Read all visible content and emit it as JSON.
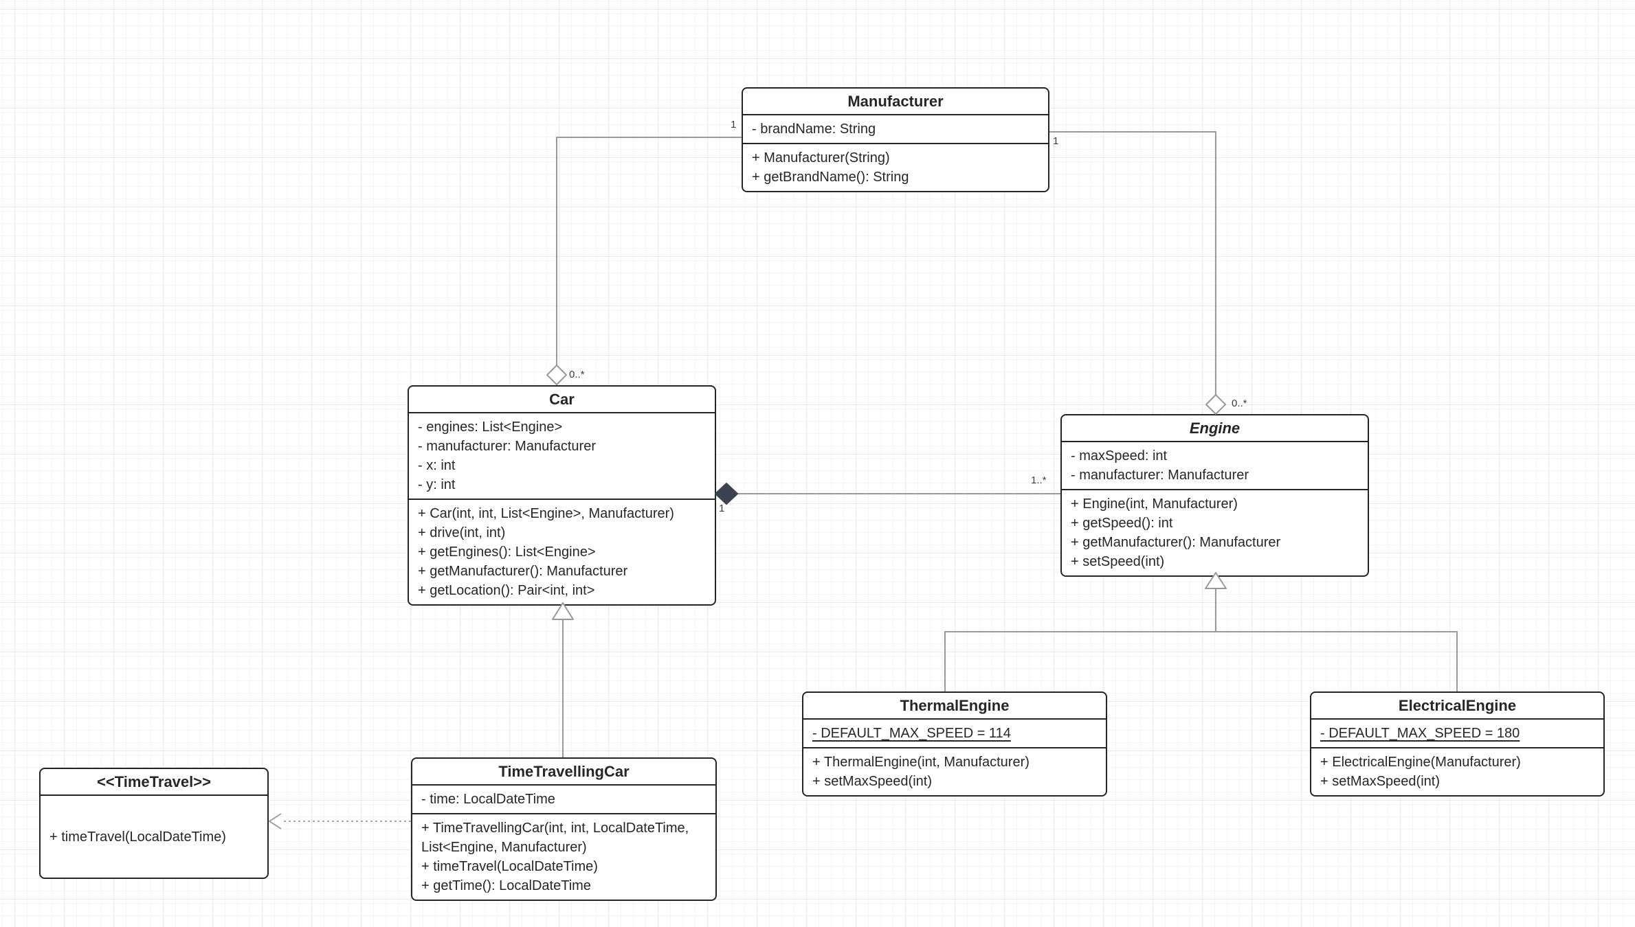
{
  "diagram": {
    "kind": "uml-class-diagram",
    "colors": {
      "box_border": "#242424",
      "box_fill": "#ffffff",
      "connector_line": "#97999d",
      "composition_diamond_fill": "#3c4350",
      "text": "#262626",
      "grid_minor": "#f4f4f4",
      "grid_major": "#e9e9e9"
    }
  },
  "classes": [
    {
      "id": "manufacturer",
      "title": "Manufacturer",
      "abstract": false,
      "static_attributes": false,
      "attributes": [
        "- brandName: String"
      ],
      "methods": [
        "+ Manufacturer(String)",
        "+ getBrandName(): String"
      ]
    },
    {
      "id": "car",
      "title": "Car",
      "abstract": false,
      "static_attributes": false,
      "attributes": [
        "- engines: List<Engine>",
        "- manufacturer: Manufacturer",
        "- x: int",
        "- y: int"
      ],
      "methods": [
        "+ Car(int, int, List<Engine>, Manufacturer)",
        "+ drive(int, int)",
        "+ getEngines(): List<Engine>",
        "+ getManufacturer(): Manufacturer",
        "+ getLocation(): Pair<int, int>"
      ]
    },
    {
      "id": "engine",
      "title": "Engine",
      "abstract": true,
      "static_attributes": false,
      "attributes": [
        "- maxSpeed: int",
        "- manufacturer: Manufacturer"
      ],
      "methods": [
        "+ Engine(int, Manufacturer)",
        "+ getSpeed(): int",
        "+ getManufacturer(): Manufacturer",
        "+ setSpeed(int)"
      ]
    },
    {
      "id": "thermal-engine",
      "title": "ThermalEngine",
      "abstract": false,
      "static_attributes": true,
      "attributes": [
        "- DEFAULT_MAX_SPEED = 114"
      ],
      "methods": [
        "+ ThermalEngine(int, Manufacturer)",
        "+ setMaxSpeed(int)"
      ]
    },
    {
      "id": "electrical-engine",
      "title": "ElectricalEngine",
      "abstract": false,
      "static_attributes": true,
      "attributes": [
        "- DEFAULT_MAX_SPEED = 180"
      ],
      "methods": [
        "+ ElectricalEngine(Manufacturer)",
        "+ setMaxSpeed(int)"
      ]
    },
    {
      "id": "time-travelling-car",
      "title": "TimeTravellingCar",
      "abstract": false,
      "static_attributes": false,
      "attributes": [
        "- time: LocalDateTime"
      ],
      "methods": [
        "+ TimeTravellingCar(int, int, LocalDateTime, List<Engine, Manufacturer)",
        "+ timeTravel(LocalDateTime)",
        "+ getTime(): LocalDateTime"
      ]
    },
    {
      "id": "time-travel",
      "title": "<<TimeTravel>>",
      "abstract": false,
      "static_attributes": false,
      "attributes": [],
      "methods": [
        "+ timeTravel(LocalDateTime)"
      ]
    }
  ],
  "multiplicities": {
    "manufacturer_to_car_source": "1",
    "manufacturer_to_car_target": "0..*",
    "manufacturer_to_engine_source": "1",
    "manufacturer_to_engine_target": "0..*",
    "car_to_engine_source": "1",
    "car_to_engine_target": "1..*"
  },
  "relationships": [
    {
      "type": "aggregation",
      "from": "Manufacturer",
      "to": "Car"
    },
    {
      "type": "aggregation",
      "from": "Manufacturer",
      "to": "Engine"
    },
    {
      "type": "composition",
      "from": "Car",
      "to": "Engine"
    },
    {
      "type": "generalization",
      "from": "ThermalEngine",
      "to": "Engine"
    },
    {
      "type": "generalization",
      "from": "ElectricalEngine",
      "to": "Engine"
    },
    {
      "type": "generalization",
      "from": "TimeTravellingCar",
      "to": "Car"
    },
    {
      "type": "dependency-dashed",
      "from": "TimeTravellingCar",
      "to": "<<TimeTravel>>"
    }
  ]
}
